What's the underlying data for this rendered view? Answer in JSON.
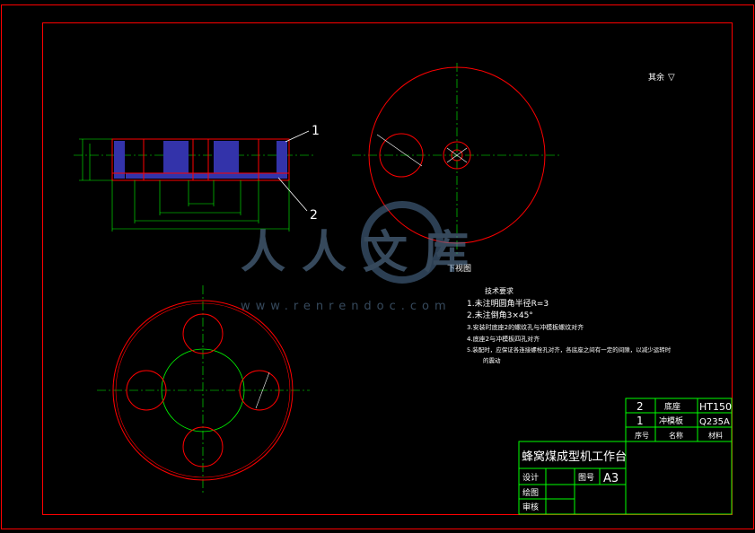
{
  "drawing": {
    "roughness_note": "其余",
    "roughness_symbol": "▽",
    "part_labels": [
      "1",
      "2"
    ],
    "bottom_view_title": "下视图",
    "tech_requirements_title": "技术要求",
    "tech_requirements": [
      "1.未注明圆角半径R=3",
      "2.未注倒角3×45°",
      "3.安装时底座2的螺纹孔与冲模板螺纹对齐",
      "4.底座2与冲模板四孔对齐",
      "5.装配时，应保证各连接螺栓孔对齐，各底座之间有一定的间隙，以减少运转时",
      "的震动"
    ]
  },
  "parts_list": [
    {
      "no": "2",
      "name": "底座",
      "material": "HT150"
    },
    {
      "no": "1",
      "name": "冲模板",
      "material": "Q235A"
    }
  ],
  "parts_list_header": {
    "no": "序号",
    "name": "名称",
    "material": "材料"
  },
  "title_block": {
    "title": "蜂窝煤成型机工作台",
    "designed": "设计",
    "drawn": "绘图",
    "checked": "审核",
    "drawing_no_label": "图号",
    "sheet_size": "A3"
  },
  "watermark": {
    "text": "人人文库",
    "url": "www.renrendoc.com"
  },
  "colors": {
    "border": "#ff0000",
    "geometry": "#ff0000",
    "centerline": "#00ff00",
    "dimension": "#00ff00",
    "text": "#ffffff",
    "table": "#00ff00",
    "section_fill": "#3333aa"
  }
}
